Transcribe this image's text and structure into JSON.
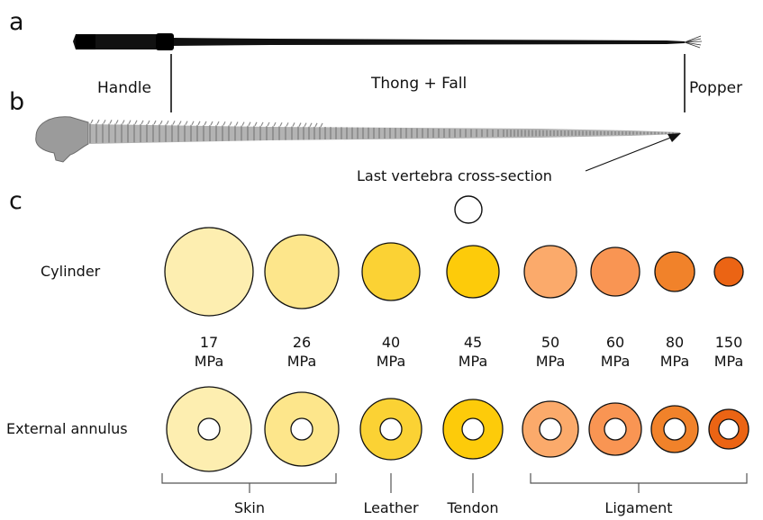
{
  "panel_labels": {
    "a": "a",
    "b": "b",
    "c": "c"
  },
  "whip_labels": {
    "handle": "Handle",
    "thong_fall": "Thong + Fall",
    "popper": "Popper"
  },
  "annotation": "Last vertebra cross-section",
  "row_labels": {
    "cylinder": "Cylinder",
    "annulus": "External annulus"
  },
  "unit": "MPa",
  "materials": [
    {
      "value": "17",
      "color": "#FDEEB0"
    },
    {
      "value": "26",
      "color": "#FDE68B"
    },
    {
      "value": "40",
      "color": "#FBD234"
    },
    {
      "value": "45",
      "color": "#FDCB0A"
    },
    {
      "value": "50",
      "color": "#FBAA6B"
    },
    {
      "value": "60",
      "color": "#F99553"
    },
    {
      "value": "80",
      "color": "#F1822A"
    },
    {
      "value": "150",
      "color": "#EB6414"
    }
  ],
  "groups": {
    "skin": "Skin",
    "leather": "Leather",
    "tendon": "Tendon",
    "ligament": "Ligament"
  }
}
